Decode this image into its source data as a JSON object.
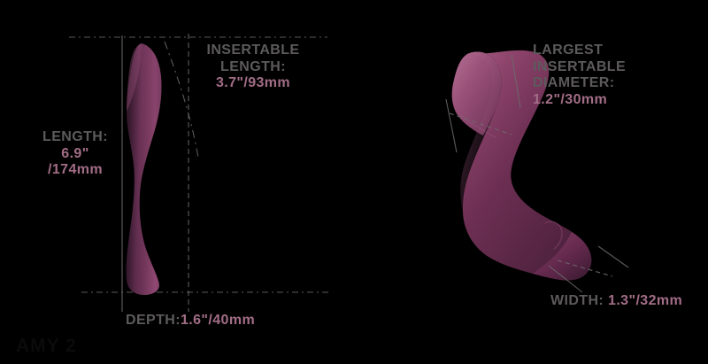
{
  "page": {
    "background_color": "#000000",
    "label_color": "#5d5a5c",
    "value_color": "#a26d86",
    "guide_color": "#6d6a6c",
    "watermark": "AMY 2"
  },
  "product": {
    "body_dark": "#42203a",
    "body_mid": "#6d3157",
    "body_light": "#9b5079",
    "body_highlight": "#b0688d"
  },
  "left_view": {
    "measurements": [
      {
        "id": "insertable-length",
        "label_lines": [
          "INSERTABLE",
          "LENGTH:"
        ],
        "value": "3.7\"/93mm"
      },
      {
        "id": "length",
        "label_lines": [
          "LENGTH:"
        ],
        "value_lines": [
          "6.9\"",
          "/174mm"
        ]
      },
      {
        "id": "depth",
        "label": "DEPTH:",
        "value": "1.6\"/40mm"
      }
    ]
  },
  "right_view": {
    "measurements": [
      {
        "id": "largest-insertable-diameter",
        "label_lines": [
          "LARGEST",
          "INSERTABLE",
          "DIAMETER:"
        ],
        "value": "1.2\"/30mm"
      },
      {
        "id": "width",
        "label": "WIDTH:",
        "value": "1.3\"/32mm"
      }
    ]
  }
}
